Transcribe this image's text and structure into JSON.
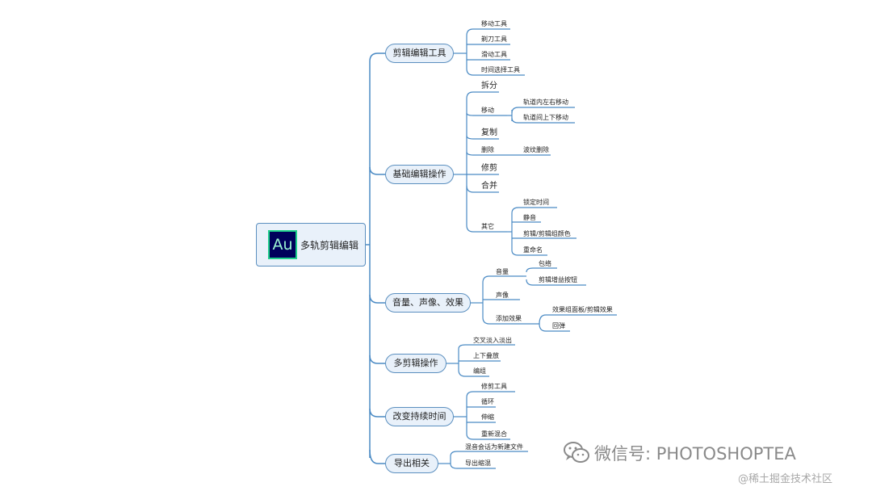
{
  "root": {
    "label": "多轨剪辑编辑",
    "logo_text": "Au"
  },
  "branches": [
    {
      "label": "剪辑编辑工具",
      "children": [
        {
          "label": "移动工具"
        },
        {
          "label": "剃刀工具"
        },
        {
          "label": "滑动工具"
        },
        {
          "label": "时间选择工具"
        }
      ]
    },
    {
      "label": "基础编辑操作",
      "children": [
        {
          "label": "拆分"
        },
        {
          "label": "移动",
          "children": [
            {
              "label": "轨道内左右移动"
            },
            {
              "label": "轨道间上下移动"
            }
          ]
        },
        {
          "label": "复制"
        },
        {
          "label": "删除",
          "children": [
            {
              "label": "波纹删除"
            }
          ]
        },
        {
          "label": "修剪"
        },
        {
          "label": "合并"
        },
        {
          "label": "其它",
          "children": [
            {
              "label": "锁定时间"
            },
            {
              "label": "静音"
            },
            {
              "label": "剪辑/剪辑组颜色"
            },
            {
              "label": "重命名"
            }
          ]
        }
      ]
    },
    {
      "label": "音量、声像、效果",
      "children": [
        {
          "label": "音量",
          "children": [
            {
              "label": "包络"
            },
            {
              "label": "剪辑增益按钮"
            }
          ]
        },
        {
          "label": "声像"
        },
        {
          "label": "添加效果",
          "children": [
            {
              "label": "效果组面板/剪辑效果"
            },
            {
              "label": "回弹"
            }
          ]
        }
      ]
    },
    {
      "label": "多剪辑操作",
      "children": [
        {
          "label": "交叉淡入淡出"
        },
        {
          "label": "上下叠放"
        },
        {
          "label": "编组"
        }
      ]
    },
    {
      "label": "改变持续时间",
      "children": [
        {
          "label": "修剪工具"
        },
        {
          "label": "循环"
        },
        {
          "label": "伸缩"
        },
        {
          "label": "重新混合"
        }
      ]
    },
    {
      "label": "导出相关",
      "children": [
        {
          "label": "混音会话为新建文件"
        },
        {
          "label": "导出缩混"
        }
      ]
    }
  ],
  "watermark": {
    "primary": "微信号: PHOTOSHOPTEA",
    "secondary": "@稀土掘金技术社区"
  },
  "colors": {
    "line": "#4a8ac4",
    "node_border": "#5b8fbf",
    "node_fill": "#e9f1fa",
    "logo_bg": "#00005b",
    "logo_accent": "#1fcf8c"
  }
}
